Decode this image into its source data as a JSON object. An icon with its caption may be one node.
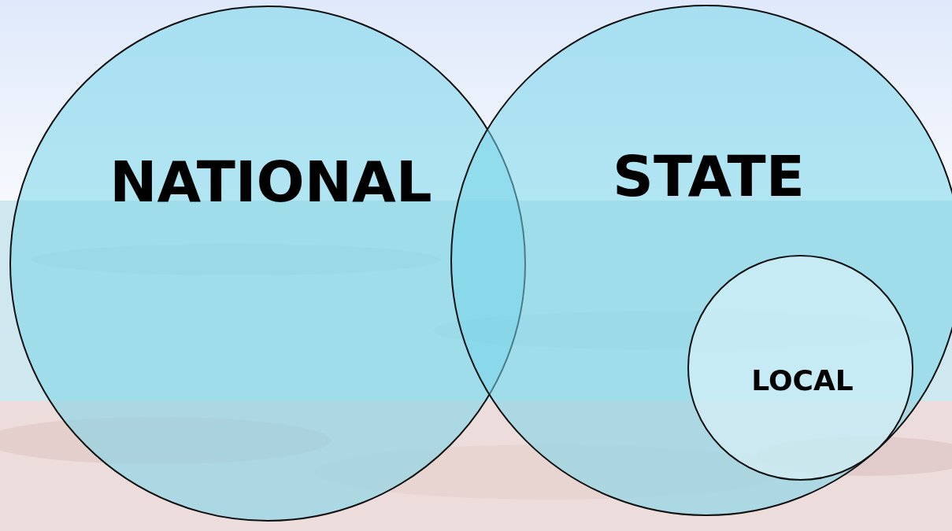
{
  "diagram": {
    "nodes": [
      {
        "text": [
          "NATIONAL"
        ]
      },
      {
        "text": [
          "STATE"
        ]
      },
      {
        "text": [
          "LOCAL"
        ],
        "in": 1
      }
    ]
  }
}
